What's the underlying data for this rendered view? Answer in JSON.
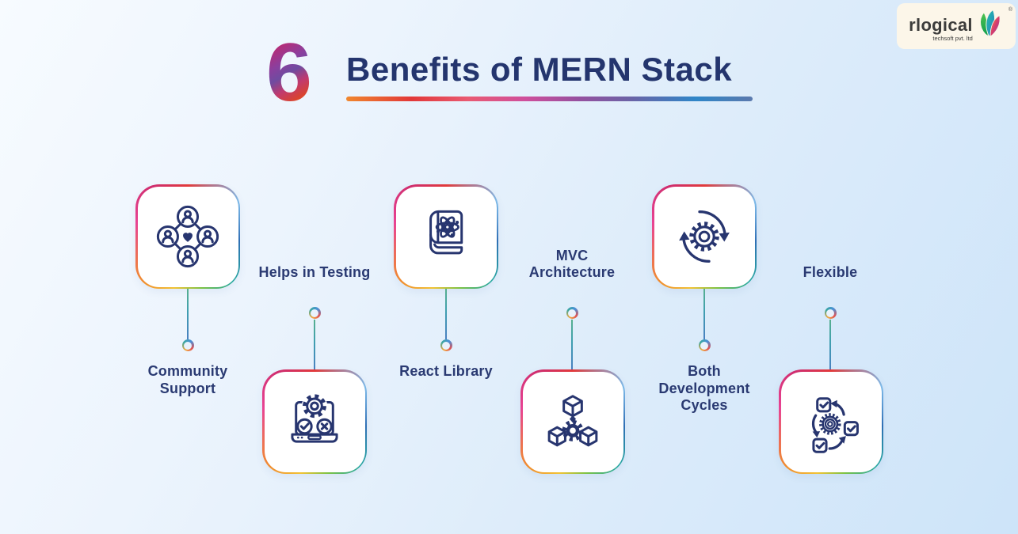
{
  "header": {
    "number": "6",
    "title": "Benefits of MERN Stack"
  },
  "logo": {
    "name": "rlogical",
    "subtitle": "techsoft pvt. ltd",
    "registered_mark": "®",
    "mark_icon": "lotus-leaf-logo-icon"
  },
  "benefits": [
    {
      "label": "Community Support",
      "icon": "community-support-icon",
      "position": "icon-top"
    },
    {
      "label": "Helps in Testing",
      "icon": "testing-laptop-icon",
      "position": "label-top"
    },
    {
      "label": "React Library",
      "icon": "react-library-book-icon",
      "position": "icon-top"
    },
    {
      "label": "MVC Architecture",
      "icon": "mvc-architecture-icon",
      "position": "label-top"
    },
    {
      "label": "Both Development Cycles",
      "icon": "development-cycles-icon",
      "position": "icon-top"
    },
    {
      "label": "Flexible",
      "icon": "flexible-cycle-icon",
      "position": "label-top"
    }
  ],
  "colors": {
    "title_text": "#24356e",
    "label_text": "#2a3a72",
    "icon_stroke": "#27356f",
    "background_start": "#f7fbff",
    "background_end": "#cde4f9",
    "connector_teal": "#3f9fb0",
    "connector_blue": "#4a7fc1",
    "logo_panel_bg": "#fcf6e9"
  }
}
